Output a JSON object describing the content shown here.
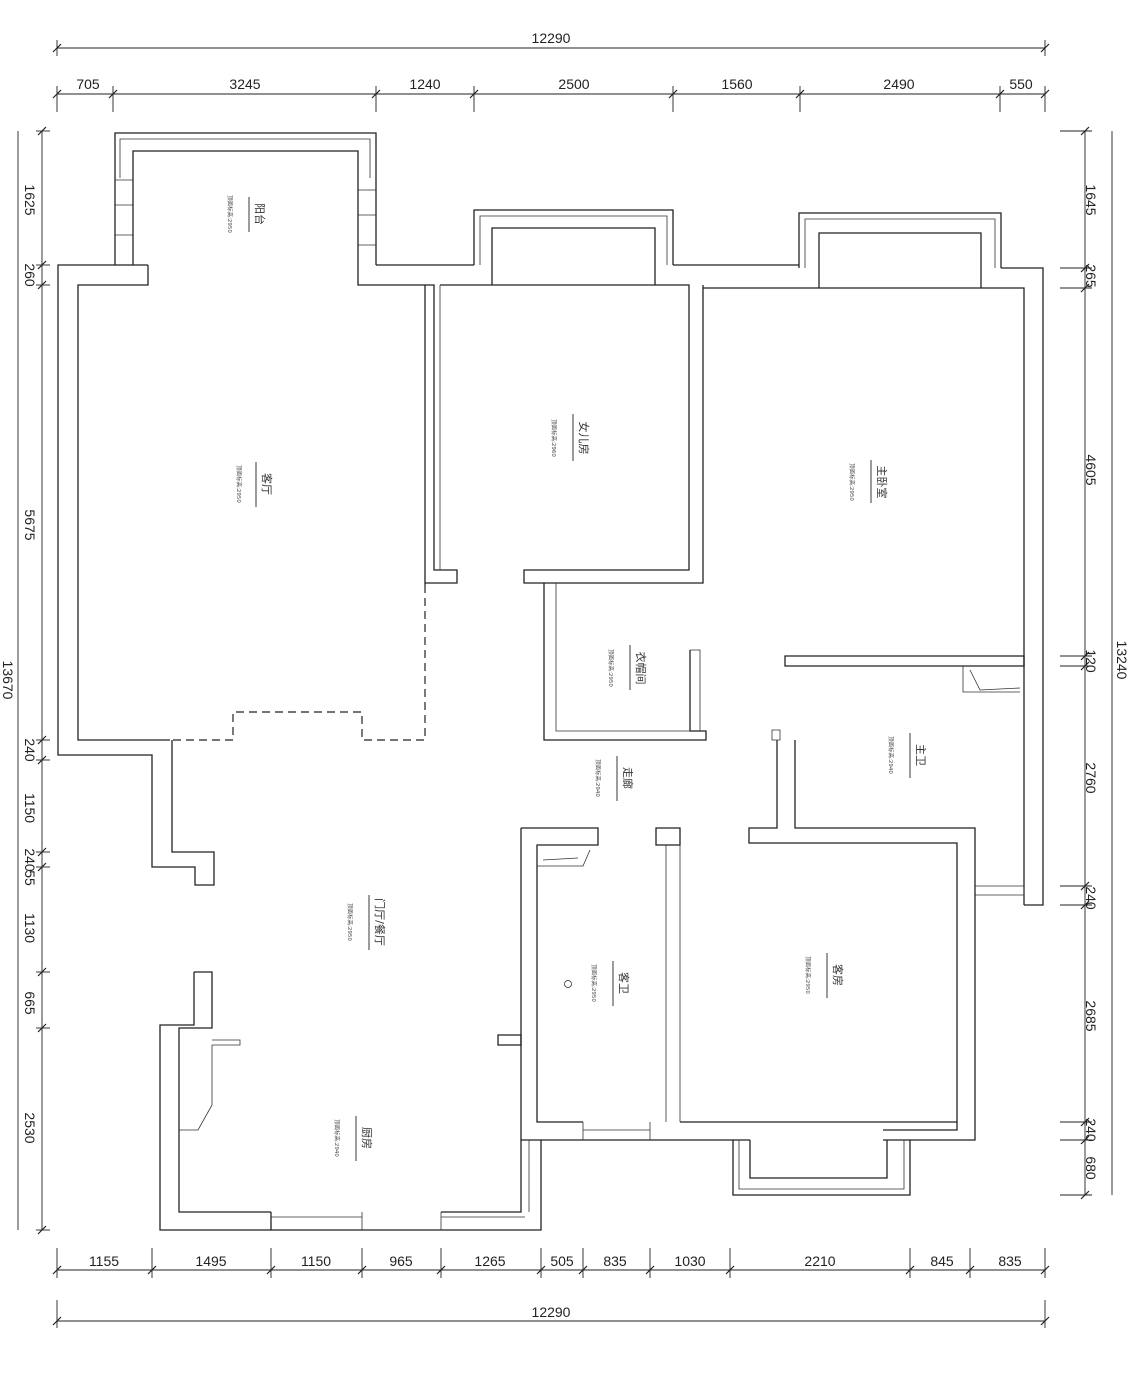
{
  "dimensions": {
    "top_total": "12290",
    "top_segments": [
      "705",
      "3245",
      "1240",
      "2500",
      "1560",
      "2490",
      "550"
    ],
    "bottom_total": "12290",
    "bottom_segments": [
      "1155",
      "1495",
      "1150",
      "965",
      "1265",
      "505",
      "835",
      "1030",
      "2210",
      "845",
      "835"
    ],
    "left_total": "13670",
    "left_segments": [
      "1625",
      "260",
      "5675",
      "240",
      "1150",
      "240",
      "1130",
      "665",
      "2530"
    ],
    "left_overlap": "55",
    "right_total": "13240",
    "right_segments": [
      "1645",
      "265",
      "4605",
      "120",
      "2760",
      "240",
      "2685",
      "240",
      "680"
    ]
  },
  "rooms": [
    {
      "label": "阳台",
      "ceiling": "顶面标高:2950"
    },
    {
      "label": "客厅",
      "ceiling": "顶面标高:2950"
    },
    {
      "label": "女儿房",
      "ceiling": "顶面标高:2960"
    },
    {
      "label": "主卧室",
      "ceiling": "顶面标高:2950"
    },
    {
      "label": "衣帽间",
      "ceiling": "顶面标高:2950"
    },
    {
      "label": "主卫",
      "ceiling": "顶面标高:2940"
    },
    {
      "label": "走廊",
      "ceiling": "顶面标高:2940"
    },
    {
      "label": "门厅/餐厅",
      "ceiling": "顶面标高:2950"
    },
    {
      "label": "客卫",
      "ceiling": "顶面标高:2950"
    },
    {
      "label": "客房",
      "ceiling": "顶面标高:2950"
    },
    {
      "label": "厨房",
      "ceiling": "顶面标高:2940"
    }
  ]
}
